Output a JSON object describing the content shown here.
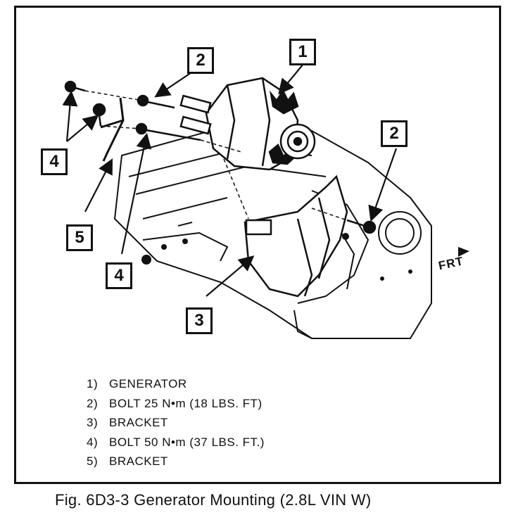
{
  "figure": {
    "caption": "Fig. 6D3-3 Generator Mounting (2.8L VIN W)",
    "direction_label": "FRT",
    "callouts": {
      "generator": "1",
      "bolt_upper": "2",
      "bolt_right": "2",
      "bolt_pair": "4",
      "bracket_small": "5",
      "bolt_long": "4",
      "bracket_main": "3"
    },
    "legend": [
      {
        "num": "1)",
        "text": "GENERATOR"
      },
      {
        "num": "2)",
        "text": "BOLT 25 N•m (18 LBS. FT)"
      },
      {
        "num": "3)",
        "text": "BRACKET"
      },
      {
        "num": "4)",
        "text": "BOLT 50 N•m (37 LBS. FT.)"
      },
      {
        "num": "5)",
        "text": "BRACKET"
      }
    ]
  }
}
